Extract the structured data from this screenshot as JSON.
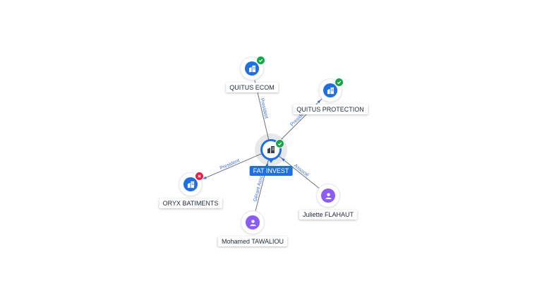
{
  "colors": {
    "company": "#1f6fe0",
    "person": "#8b5cf6",
    "active_badge": "#16a34a",
    "closed_badge": "#e11d48",
    "edge_label": "#3b6fd8"
  },
  "center": {
    "name": "FAT INVEST",
    "icon": "building-icon",
    "status": "active"
  },
  "nodes": [
    {
      "id": "quitus_ecom",
      "name": "QUITUS ECOM",
      "kind": "company",
      "icon": "building-icon",
      "status": "active"
    },
    {
      "id": "quitus_protection",
      "name": "QUITUS PROTECTION",
      "kind": "company",
      "icon": "building-icon",
      "status": "active"
    },
    {
      "id": "oryx_batiments",
      "name": "ORYX BATIMENTS",
      "kind": "company",
      "icon": "building-icon",
      "status": "closed"
    },
    {
      "id": "mohamed_tawaliou",
      "name": "Mohamed TAWALIOU",
      "kind": "person",
      "icon": "person-icon"
    },
    {
      "id": "juliette_flahaut",
      "name": "Juliette FLAHAUT",
      "kind": "person",
      "icon": "person-icon"
    }
  ],
  "edges": [
    {
      "target": "quitus_ecom",
      "label": "President",
      "direction": "to-target"
    },
    {
      "target": "quitus_protection",
      "label": "President",
      "direction": "to-target"
    },
    {
      "target": "oryx_batiments",
      "label": "President",
      "direction": "to-target"
    },
    {
      "target": "mohamed_tawaliou",
      "label": "Gérant Associé",
      "direction": "to-center"
    },
    {
      "target": "juliette_flahaut",
      "label": "Associé",
      "direction": "to-center"
    }
  ]
}
